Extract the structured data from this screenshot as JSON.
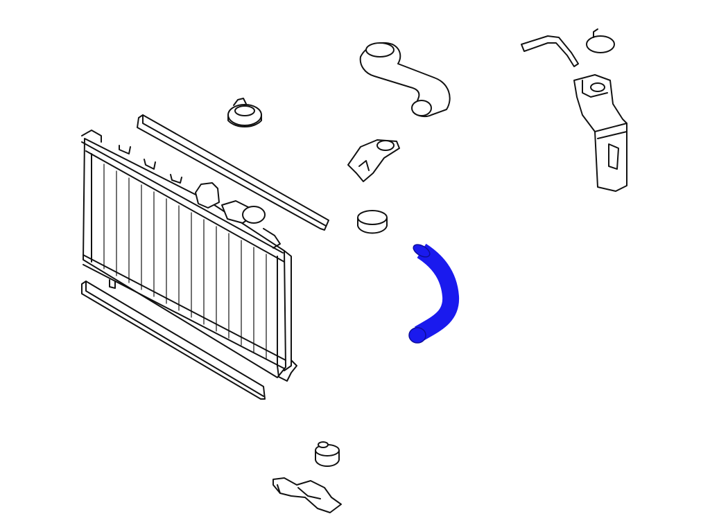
{
  "diagram": {
    "highlight_color": "#1a1aee",
    "outline_color": "#111111",
    "background_color": "#ffffff",
    "parts": [
      "radiator",
      "upper-rubber-seal",
      "lower-rubber-seal",
      "radiator-cap",
      "upper-radiator-hose",
      "upper-mount-bracket",
      "upper-mount-cushion",
      "lower-radiator-hose-highlighted",
      "lower-mount-cushion",
      "lower-mount-bracket",
      "overflow-hose",
      "reservoir-cap",
      "coolant-reservoir-tank"
    ]
  }
}
